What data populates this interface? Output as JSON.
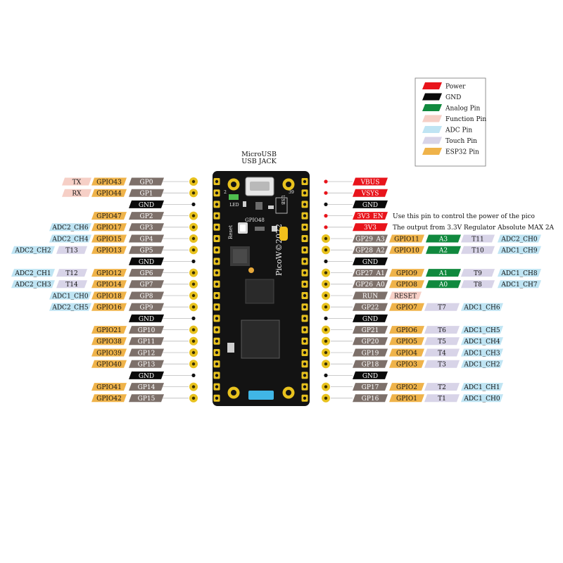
{
  "legend": [
    {
      "label": "Power",
      "color": "#e8141b"
    },
    {
      "label": "GND",
      "color": "#0a0a0a"
    },
    {
      "label": "Analog Pin",
      "color": "#10893e"
    },
    {
      "label": "Function Pin",
      "color": "#f6cfc6"
    },
    {
      "label": "ADC Pin",
      "color": "#bfe4f3"
    },
    {
      "label": "Touch Pin",
      "color": "#d8d4e8"
    },
    {
      "label": "ESP32 Pin",
      "color": "#efb34a"
    }
  ],
  "colors": {
    "power": "#e8141b",
    "gnd": "#0a0a0a",
    "analog": "#10893e",
    "func": "#f6cfc6",
    "adc": "#bfe4f3",
    "touch": "#d8d4e8",
    "esp": "#efb34a",
    "gp": "#7d706a",
    "pcb": "#131313",
    "pad": "#e8c21e"
  },
  "board": {
    "usb_label_line1": "MicroUSB",
    "usb_label_line2": "USB JACK",
    "silk_led": "LED",
    "silk_usb": "USB",
    "silk_gpio48": "GPIO48",
    "silk_reset": "Reset",
    "silk_name": "PicoW©2022",
    "pin_num_left": "2",
    "pin_num_right": "39"
  },
  "notes": {
    "en_note": "Use this pin to control the power of the pico",
    "v33_note": "The output from 3.3V Regulator Absolute MAX 2A"
  },
  "left_pins": [
    {
      "gp": "GP0",
      "esp": "GPIO43",
      "fn": "TX"
    },
    {
      "gp": "GP1",
      "esp": "GPIO44",
      "fn": "RX"
    },
    {
      "gnd": "GND"
    },
    {
      "gp": "GP2",
      "esp": "GPIO47"
    },
    {
      "gp": "GP3",
      "esp": "GPIO17",
      "adc": "ADC2_CH6"
    },
    {
      "gp": "GP4",
      "esp": "GPIO15",
      "adc": "ADC2_CH4"
    },
    {
      "gp": "GP5",
      "esp": "GPIO13",
      "touch": "T13",
      "adc": "ADC2_CH2"
    },
    {
      "gnd": "GND"
    },
    {
      "gp": "GP6",
      "esp": "GPIO12",
      "touch": "T12",
      "adc": "ADC2_CH1"
    },
    {
      "gp": "GP7",
      "esp": "GPIO14",
      "touch": "T14",
      "adc": "ADC2_CH3"
    },
    {
      "gp": "GP8",
      "esp": "GPIO18",
      "adc": "ADC1_CH0"
    },
    {
      "gp": "GP9",
      "esp": "GPIO16",
      "adc": "ADC2_CH5"
    },
    {
      "gnd": "GND"
    },
    {
      "gp": "GP10",
      "esp": "GPIO21"
    },
    {
      "gp": "GP11",
      "esp": "GPIO38"
    },
    {
      "gp": "GP12",
      "esp": "GPIO39"
    },
    {
      "gp": "GP13",
      "esp": "GPIO40"
    },
    {
      "gnd": "GND"
    },
    {
      "gp": "GP14",
      "esp": "GPIO41"
    },
    {
      "gp": "GP15",
      "esp": "GPIO42"
    }
  ],
  "right_pins": [
    {
      "power": "VBUS"
    },
    {
      "power": "VSYS"
    },
    {
      "gnd": "GND"
    },
    {
      "power": "3V3_EN",
      "note": "en_note"
    },
    {
      "power": "3V3",
      "note": "v33_note"
    },
    {
      "gp": "GP29_A3",
      "esp": "GPIO11",
      "analog": "A3",
      "touch": "T11",
      "adc": "ADC2_CH0"
    },
    {
      "gp": "GP28_A2",
      "esp": "GPIO10",
      "analog": "A2",
      "touch": "T10",
      "adc": "ADC1_CH9"
    },
    {
      "gnd": "GND"
    },
    {
      "gp": "GP27_A1",
      "esp": "GPIO9",
      "analog": "A1",
      "touch": "T9",
      "adc": "ADC1_CH8"
    },
    {
      "gp": "GP26_A0",
      "esp": "GPIO8",
      "analog": "A0",
      "touch": "T8",
      "adc": "ADC1_CH7"
    },
    {
      "gp": "RUN",
      "func": "RESET"
    },
    {
      "gp": "GP22",
      "esp": "GPIO7",
      "touch": "T7",
      "adc": "ADC1_CH6"
    },
    {
      "gnd": "GND"
    },
    {
      "gp": "GP21",
      "esp": "GPIO6",
      "touch": "T6",
      "adc": "ADC1_CH5"
    },
    {
      "gp": "GP20",
      "esp": "GPIO5",
      "touch": "T5",
      "adc": "ADC1_CH4"
    },
    {
      "gp": "GP19",
      "esp": "GPIO4",
      "touch": "T4",
      "adc": "ADC1_CH3"
    },
    {
      "gp": "GP18",
      "esp": "GPIO3",
      "touch": "T3",
      "adc": "ADC1_CH2"
    },
    {
      "gnd": "GND"
    },
    {
      "gp": "GP17",
      "esp": "GPIO2",
      "touch": "T2",
      "adc": "ADC1_CH1"
    },
    {
      "gp": "GP16",
      "esp": "GPIO1",
      "touch": "T1",
      "adc": "ADC1_CH0"
    }
  ]
}
